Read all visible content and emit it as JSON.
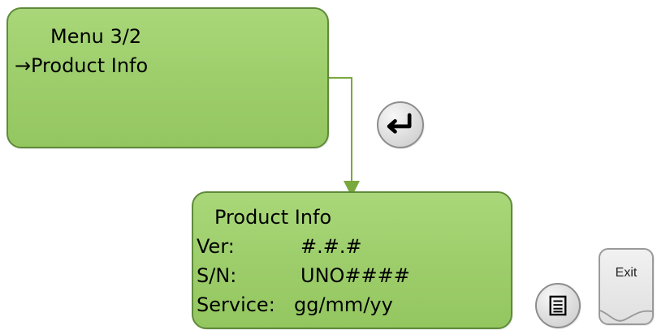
{
  "menu_screen": {
    "title": "Menu 3/2",
    "arrow": "→",
    "selected_item": "Product Info"
  },
  "product_info_screen": {
    "title": "Product Info",
    "rows": [
      {
        "label": "Ver:",
        "value": "#.#.#"
      },
      {
        "label": "S/N:",
        "value": "UNO####"
      },
      {
        "label": "Service:",
        "value": "gg/mm/yy"
      }
    ]
  },
  "buttons": {
    "enter_icon": "enter-arrow-icon",
    "menu_icon": "menu-list-icon",
    "exit_label": "Exit"
  },
  "colors": {
    "lcd_fill": "#9ccd6a",
    "lcd_border": "#5f8a3a",
    "connector": "#79a83d",
    "button_fill": "#dddddd",
    "button_border": "#8d8d8d"
  }
}
